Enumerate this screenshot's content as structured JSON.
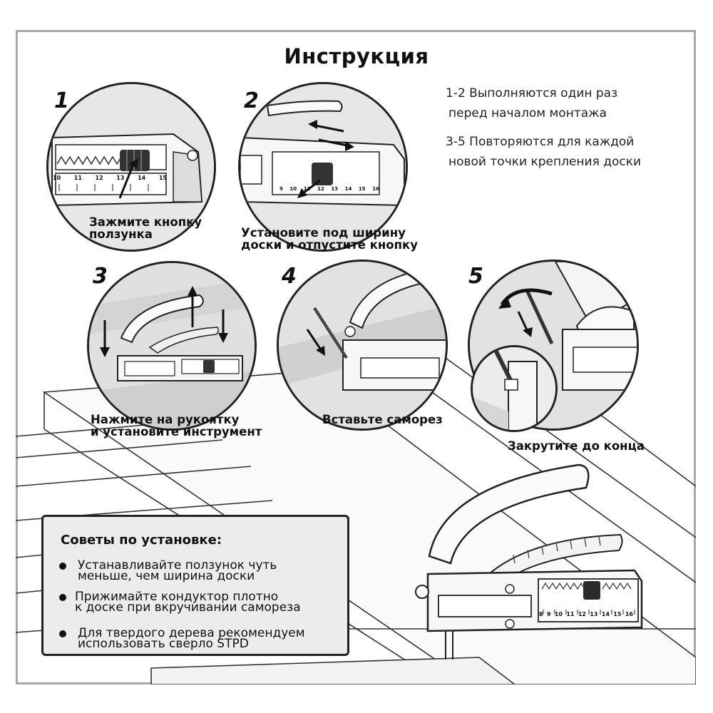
{
  "title": "Инструкция",
  "notes": {
    "line1a": "1-2 Выполняются один раз",
    "line1b": "перед началом монтажа",
    "line2a": "3-5 Повторяются для каждой",
    "line2b": "новой точки крепления доски"
  },
  "steps": [
    {
      "number": "1",
      "caption_1": "Зажмите кнопку",
      "caption_2": "ползунка",
      "scale_labels": [
        "10",
        "11",
        "12",
        "13",
        "14",
        "15"
      ]
    },
    {
      "number": "2",
      "caption_1": "Установите под ширину",
      "caption_2": "доски и отпустите кнопку",
      "scale_labels": [
        "9",
        "10",
        "11",
        "12",
        "13",
        "14",
        "15",
        "16"
      ]
    },
    {
      "number": "3",
      "caption_1": "Нажмите на рукоятку",
      "caption_2": "и установите инструмент"
    },
    {
      "number": "4",
      "caption_1": "Вставьте саморез"
    },
    {
      "number": "5",
      "caption_1": "Закрутите до конца"
    }
  ],
  "main_tool": {
    "scale_labels": [
      "8",
      "9",
      "10",
      "11",
      "12",
      "13",
      "14",
      "15",
      "16"
    ]
  },
  "tips": {
    "title": "Советы по установке:",
    "items": [
      {
        "line1": "Устанавливайте ползунок чуть",
        "line2": "меньше, чем ширина доски"
      },
      {
        "line1": "Прижимайте кондуктор плотно",
        "line2": "к доске при вкручивании самореза"
      },
      {
        "line1": "Для твердого дерева рекомендуем",
        "line2": "использовать сверло STPD"
      }
    ]
  },
  "colors": {
    "circle_bg": "#e7e7e7",
    "frame": "#a9a9a9",
    "tips_bg": "#ececec",
    "ink": "#111111"
  }
}
